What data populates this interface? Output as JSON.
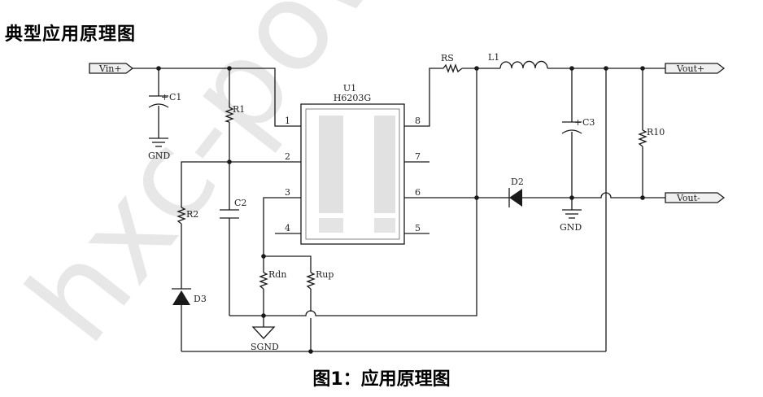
{
  "heading": "典型应用原理图",
  "caption": "图1：应用原理图",
  "watermark": "hxc-pow",
  "ic": {
    "ref": "U1",
    "part": "H6203G",
    "pins_left": [
      "1",
      "2",
      "3",
      "4"
    ],
    "pins_right": [
      "8",
      "7",
      "6",
      "5"
    ]
  },
  "ports": {
    "vin": "Vin+",
    "vout_pos": "Vout+",
    "vout_neg": "Vout-"
  },
  "components": {
    "c1": "C1",
    "c2": "C2",
    "c3": "C3",
    "r1": "R1",
    "r2": "R2",
    "r10": "R10",
    "rdn": "Rdn",
    "rup": "Rup",
    "rs": "RS",
    "l1": "L1",
    "d2": "D2",
    "d3": "D3"
  },
  "ground": {
    "gnd": "GND",
    "sgnd": "SGND"
  },
  "polarity": "+"
}
